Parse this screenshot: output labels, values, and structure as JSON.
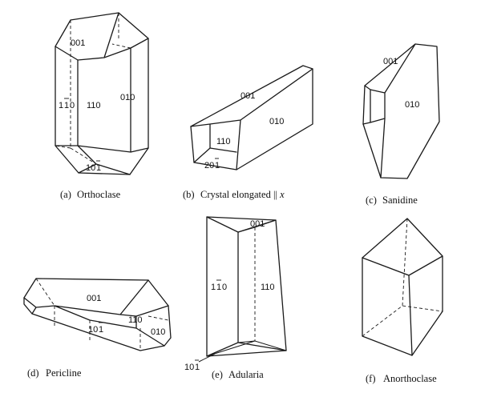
{
  "crystals": [
    {
      "id": "a",
      "caption_letter": "(a)",
      "caption_text": "Orthoclase",
      "faces": [
        "001",
        "1",
        "1",
        "0",
        "110",
        "010",
        "10",
        "1"
      ]
    },
    {
      "id": "b",
      "caption_letter": "(b)",
      "caption_text": "Crystal elongated || ",
      "caption_axis": "x",
      "faces": [
        "001",
        "010",
        "110",
        "20",
        "1"
      ]
    },
    {
      "id": "c",
      "caption_letter": "(c)",
      "caption_text": "Sanidine",
      "faces": [
        "001",
        "010"
      ]
    },
    {
      "id": "d",
      "caption_letter": "(d)",
      "caption_text": "Pericline",
      "faces": [
        "001",
        "10",
        "1",
        "110",
        "010"
      ]
    },
    {
      "id": "e",
      "caption_letter": "(e)",
      "caption_text": "Adularia",
      "faces": [
        "001",
        "1",
        "1",
        "0",
        "110",
        "10",
        "1"
      ]
    },
    {
      "id": "f",
      "caption_letter": "(f)",
      "caption_text": "Anorthoclase",
      "faces": []
    }
  ]
}
